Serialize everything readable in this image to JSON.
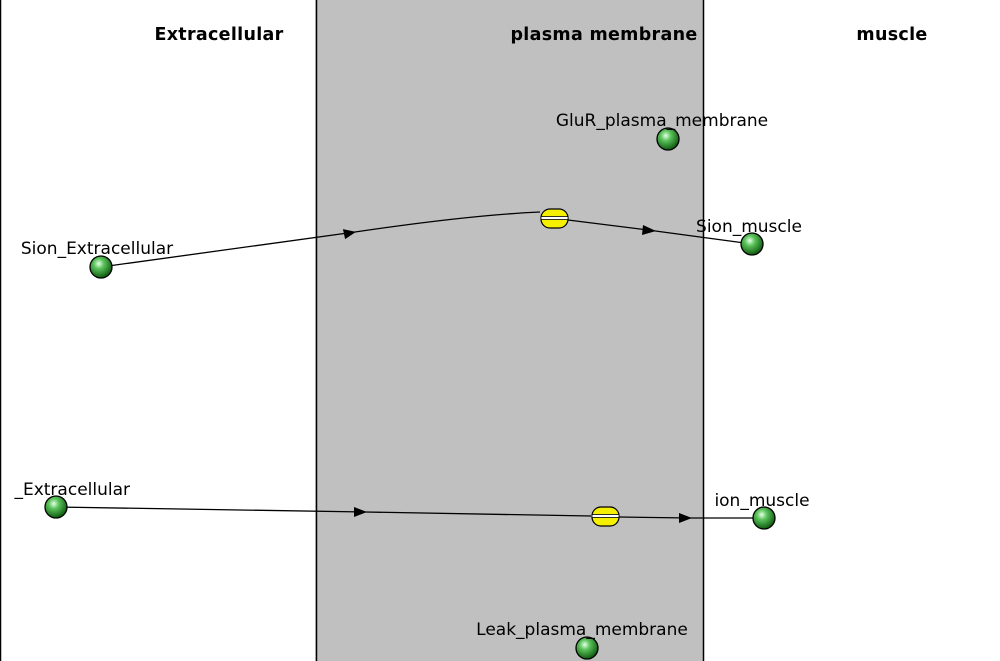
{
  "compartments": [
    {
      "id": "extracellular",
      "title": "Extracellular"
    },
    {
      "id": "plasma_membrane",
      "title": "plasma membrane"
    },
    {
      "id": "muscle",
      "title": "muscle"
    }
  ],
  "species": [
    {
      "id": "glur",
      "label": "GluR_plasma_membrane"
    },
    {
      "id": "sion_extra",
      "label": "Sion_Extracellular"
    },
    {
      "id": "sion_muscle",
      "label": "Sion_muscle"
    },
    {
      "id": "ion_extra",
      "label": "_Extracellular"
    },
    {
      "id": "ion_muscle",
      "label": "ion_muscle"
    },
    {
      "id": "leak",
      "label": "Leak_plasma_membrane"
    }
  ],
  "reactions": [
    {
      "id": "sion_transport",
      "from": "sion_extra",
      "to": "sion_muscle"
    },
    {
      "id": "ion_transport",
      "from": "ion_extra",
      "to": "ion_muscle"
    }
  ],
  "colors": {
    "membrane_fill": "#c0c0c0",
    "species_fill": "#2e9e2e",
    "reaction_fill": "#f5f000",
    "stroke": "#000000"
  }
}
